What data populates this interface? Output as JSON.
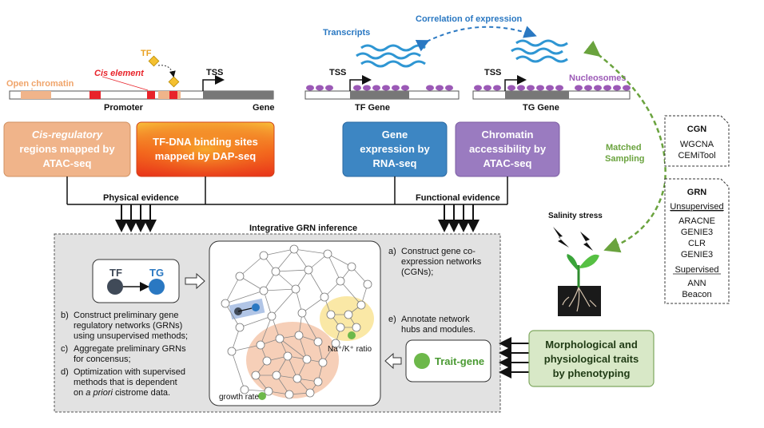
{
  "top": {
    "open_chromatin": "Open chromatin",
    "cis_element": "Cis element",
    "tf_label": "TF",
    "tss_1": "TSS",
    "tss_2": "TSS",
    "tss_3": "TSS",
    "promoter": "Promoter",
    "gene": "Gene",
    "tf_gene": "TF Gene",
    "tg_gene": "TG Gene",
    "transcripts": "Transcripts",
    "correlation": "Correlation of expression",
    "nucleosomes": "Nucleosomes",
    "matched_1": "Matched",
    "matched_2": "Sampling"
  },
  "boxes": {
    "atac_cis": [
      "Cis-regulatory",
      "regions mapped by",
      "ATAC-seq"
    ],
    "dap": [
      "TF-DNA binding sites",
      "mapped by DAP-seq"
    ],
    "rna": [
      "Gene",
      "expression by",
      "RNA-seq"
    ],
    "chromatin": [
      "Chromatin",
      "accessibility by",
      "ATAC-seq"
    ]
  },
  "evidence": {
    "physical": "Physical evidence",
    "functional": "Functional evidence"
  },
  "cgn_box": {
    "title": "CGN",
    "items": [
      "WGCNA",
      "CEMiTool"
    ]
  },
  "grn_box": {
    "title": "GRN",
    "unsupervised": "Unsupervised",
    "unsup_items": [
      "ARACNE",
      "GENIE3",
      "CLR",
      "GENIE3"
    ],
    "supervised": "Supervised",
    "sup_items": [
      "ANN",
      "Beacon"
    ]
  },
  "salinity": "Salinity stress",
  "panel": {
    "title": "Integrative GRN inference",
    "tf": "TF",
    "tg": "TG",
    "step_a": [
      "a)",
      "Construct gene co-",
      "expression networks",
      "(CGNs);"
    ],
    "step_e": [
      "e)",
      "Annotate network",
      "hubs and modules."
    ],
    "step_b": [
      "b)",
      "Construct preliminary gene",
      "regulatory networks (GRNs)",
      "using unsupervised methods;"
    ],
    "step_c": [
      "c)",
      "Aggregate preliminary GRNs",
      "for concensus;"
    ],
    "step_d": [
      "d)",
      "Optimization with supervised",
      "methods that is dependent",
      "on ",
      "a priori",
      " cistrome data."
    ],
    "na_k": "Na⁺/K⁺ ratio",
    "growth_rate": "growth rate",
    "trait_gene": "Trait-gene"
  },
  "phenotype": [
    "Morphological and",
    "physiological traits",
    "by phenotyping"
  ],
  "colors": {
    "atac_cis": "#f0b48a",
    "rna": "#3d86c3",
    "chromatin": "#9a7bc0",
    "phenotype": "#d8e8c7",
    "nucleosome": "#9b59b6",
    "transcript": "#2f96d3",
    "matched": "#6aa33e",
    "panel_bg": "#e2e2e2",
    "cis_red": "#e8232a"
  }
}
